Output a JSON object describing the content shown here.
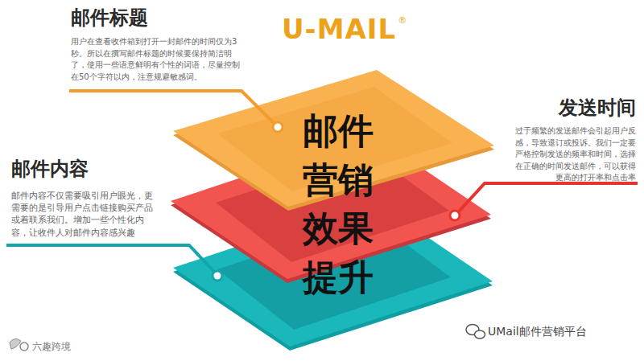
{
  "diagram": {
    "labels": [
      "U-MAIL",
      "®",
      "邮件标题",
      "用户在查看收件箱到打开一封邮件的时间仅为3 秒。所以在撰写邮件标题的时候要保持简洁明 了，使用一些语意鲜明有个性的词语，尽量控制 在50个字符以内，注意规避敏感词。",
      "发送时间",
      "过于频繁的发送邮件会引起用户反 感，导致退订或投诉。我们一定要 严格控制发送的频率和时间，选择 在正确的时间发送邮件，可以获得 更高的打开率和点击率",
      "邮件内容",
      "邮件内容不仅需要吸引用户眼光，更 需要的是引导用户点击链接购买产品 或着联系我们。增加一些个性化内 容，让收件人对邮件内容感兴趣",
      "邮件 营销 效果 提升",
      "六趣跨境",
      "UMail邮件营销平台"
    ]
  }
}
